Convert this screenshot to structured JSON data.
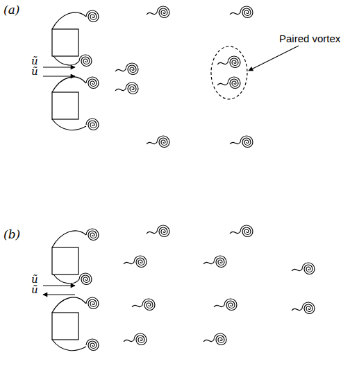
{
  "diagram": {
    "labels": [
      "(a)",
      "ũ",
      "ũ",
      "Paired vortex",
      "(b)",
      "ũ",
      "ũ"
    ]
  }
}
